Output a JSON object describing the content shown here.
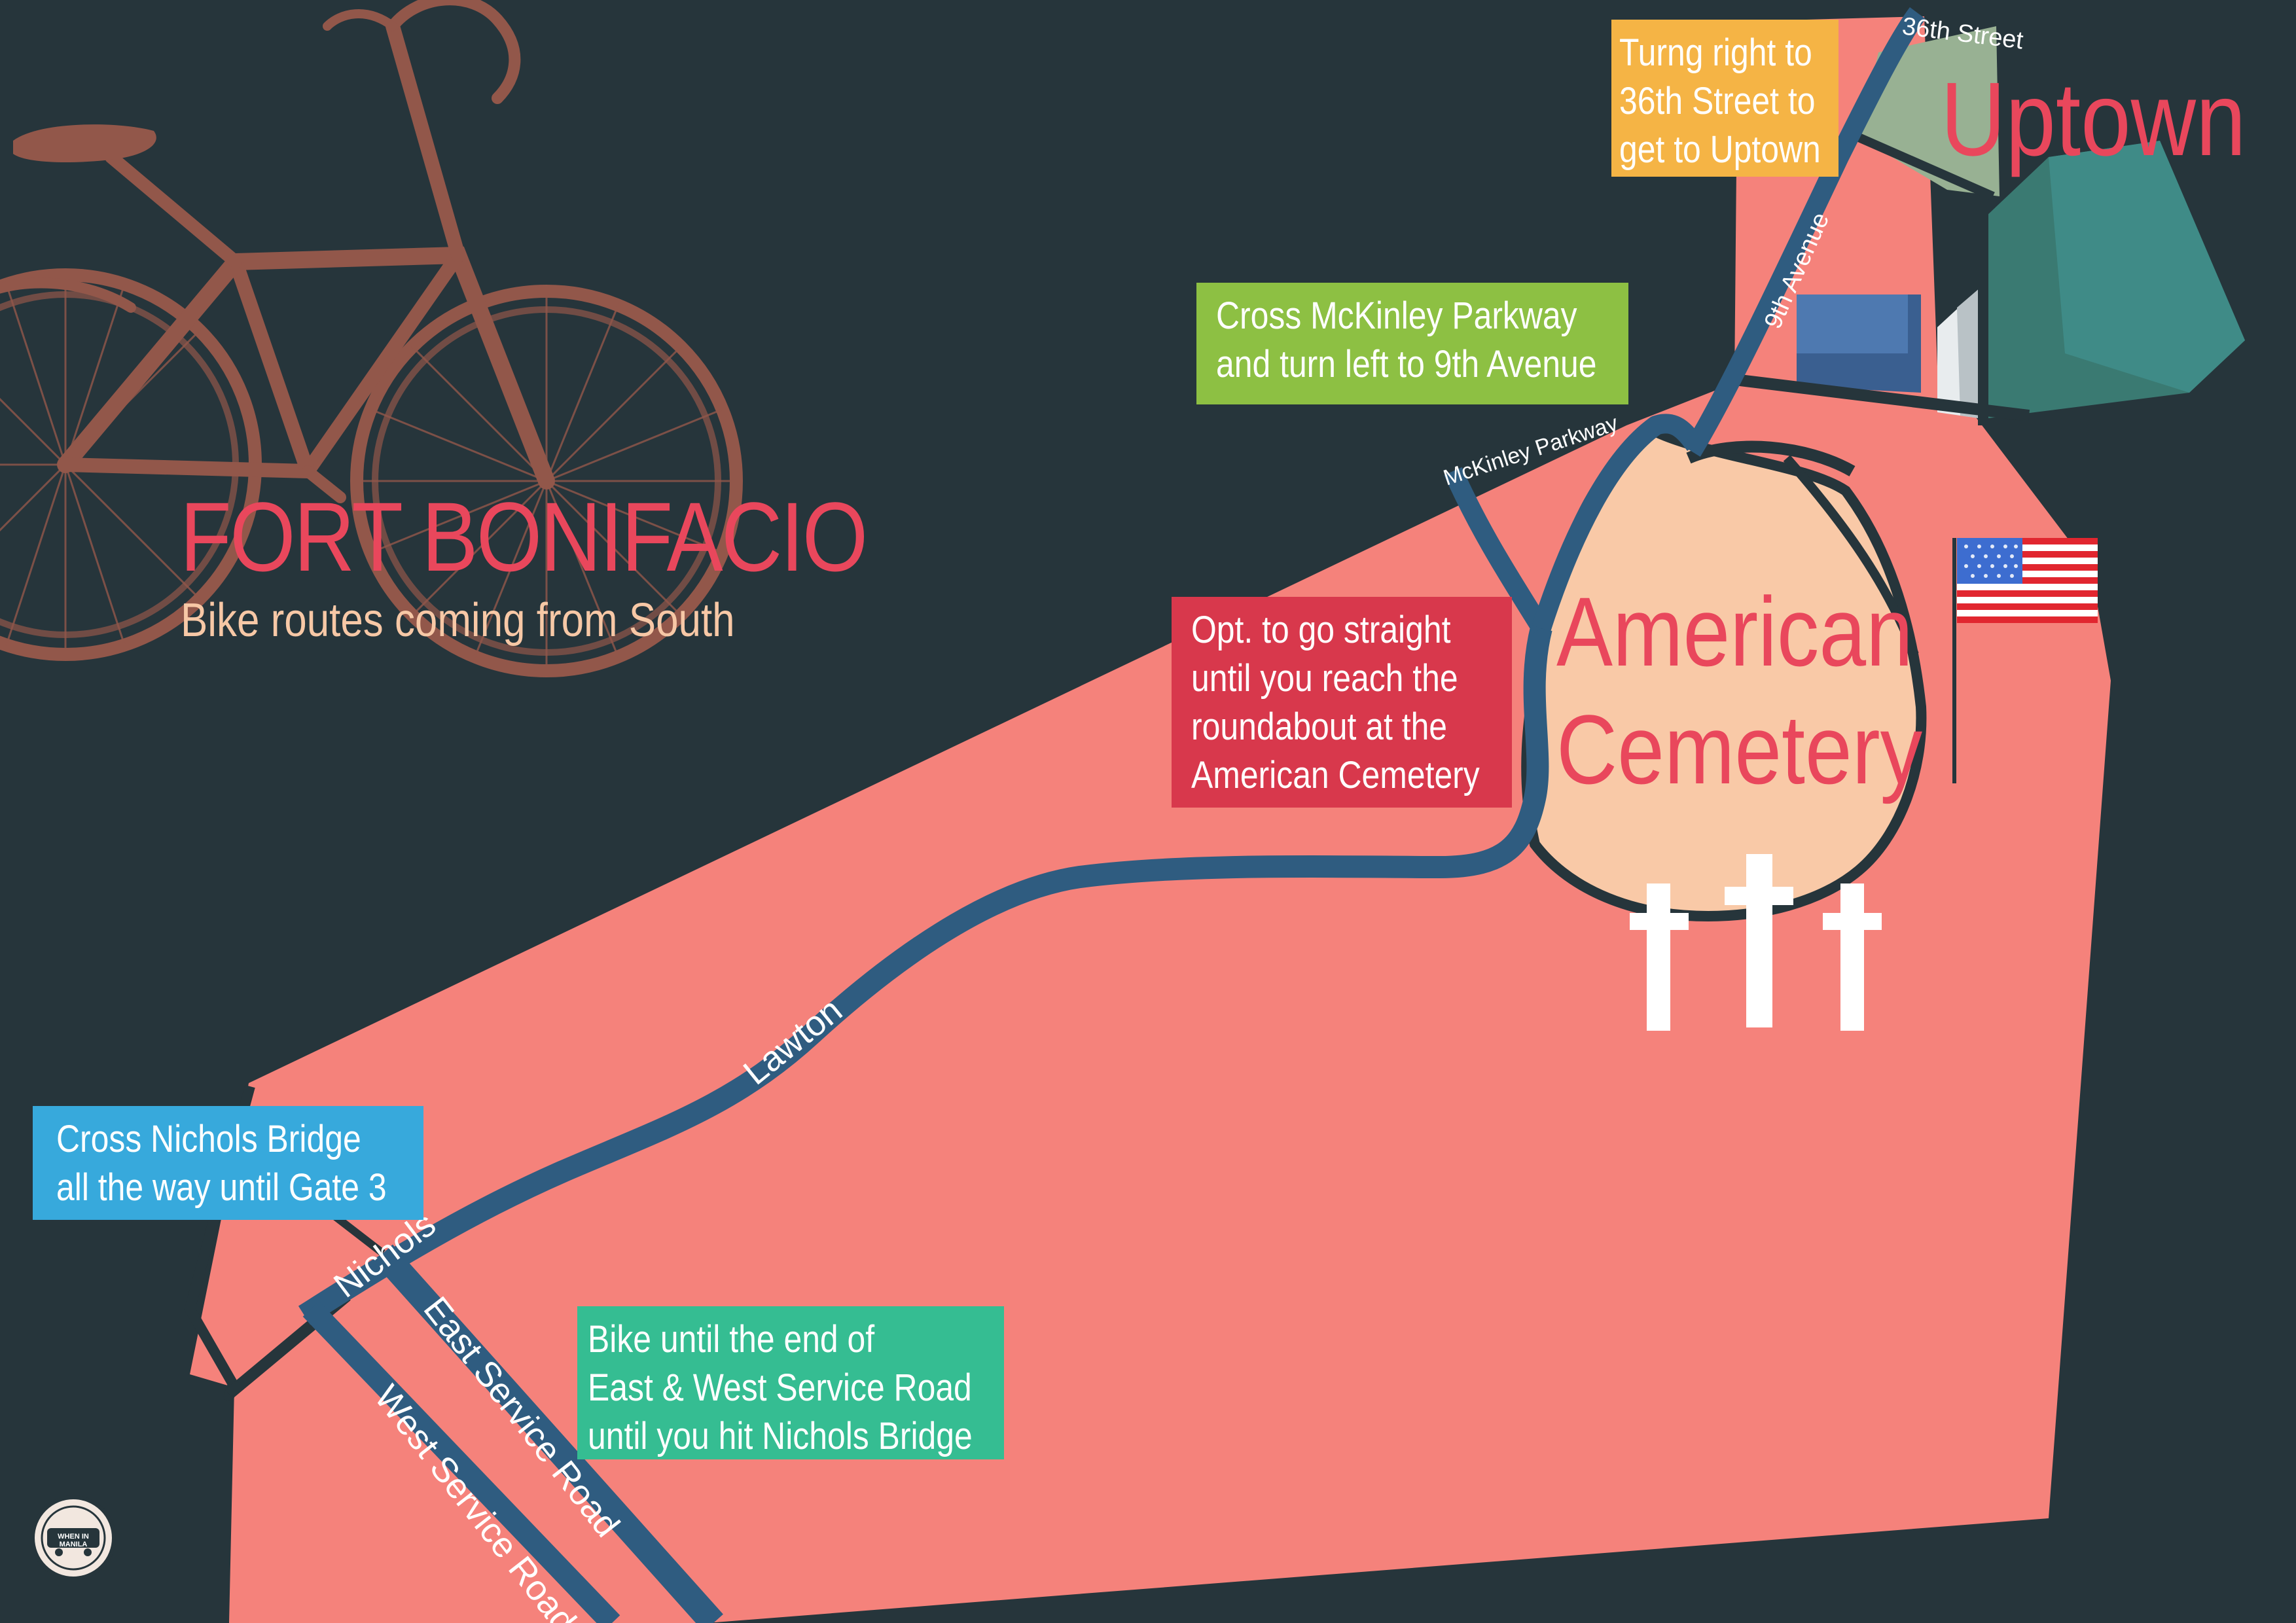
{
  "title": "FORT BONIFACIO",
  "subtitle": "Bike routes coming from South",
  "places": {
    "uptown": "Uptown",
    "cemetery_line1": "American",
    "cemetery_line2": "Cemetery"
  },
  "roads": {
    "street_36th": "36th Street",
    "ninth_avenue": "9th Avenue",
    "mckinley_parkway": "McKinley Parkway",
    "lawton": "Lawton",
    "nichols": "Nichols",
    "east_service_road": "East Service Road",
    "west_service_road": "West Service Road"
  },
  "callouts": {
    "uptown_turn": {
      "line1": "Turng right to",
      "line2": "36th Street to",
      "line3": "get to Uptown",
      "color": "#f5b445"
    },
    "mckinley": {
      "line1": "Cross McKinley Parkway",
      "line2": "and turn left to 9th Avenue",
      "color": "#8dc043"
    },
    "straight": {
      "line1": "Opt. to go straight",
      "line2": "until you reach the",
      "line3": "roundabout at the",
      "line4": "American Cemetery",
      "color": "#d8384c"
    },
    "nichols_bridge": {
      "line1": "Cross Nichols Bridge",
      "line2": "all the way until Gate 3",
      "color": "#37a9dc"
    },
    "service_road": {
      "line1": "Bike until the end of",
      "line2": "East & West Service Road",
      "line3": "until you hit Nichols Bridge",
      "color": "#35bd92"
    }
  },
  "logo": {
    "text": "WHEN IN MANILA"
  },
  "colors": {
    "background": "#26353b",
    "land": "#f5827b",
    "road": "#2f5c80",
    "cemetery": "#f9c9a7",
    "accent_text": "#e9475c",
    "bicycle": "#92574a"
  }
}
